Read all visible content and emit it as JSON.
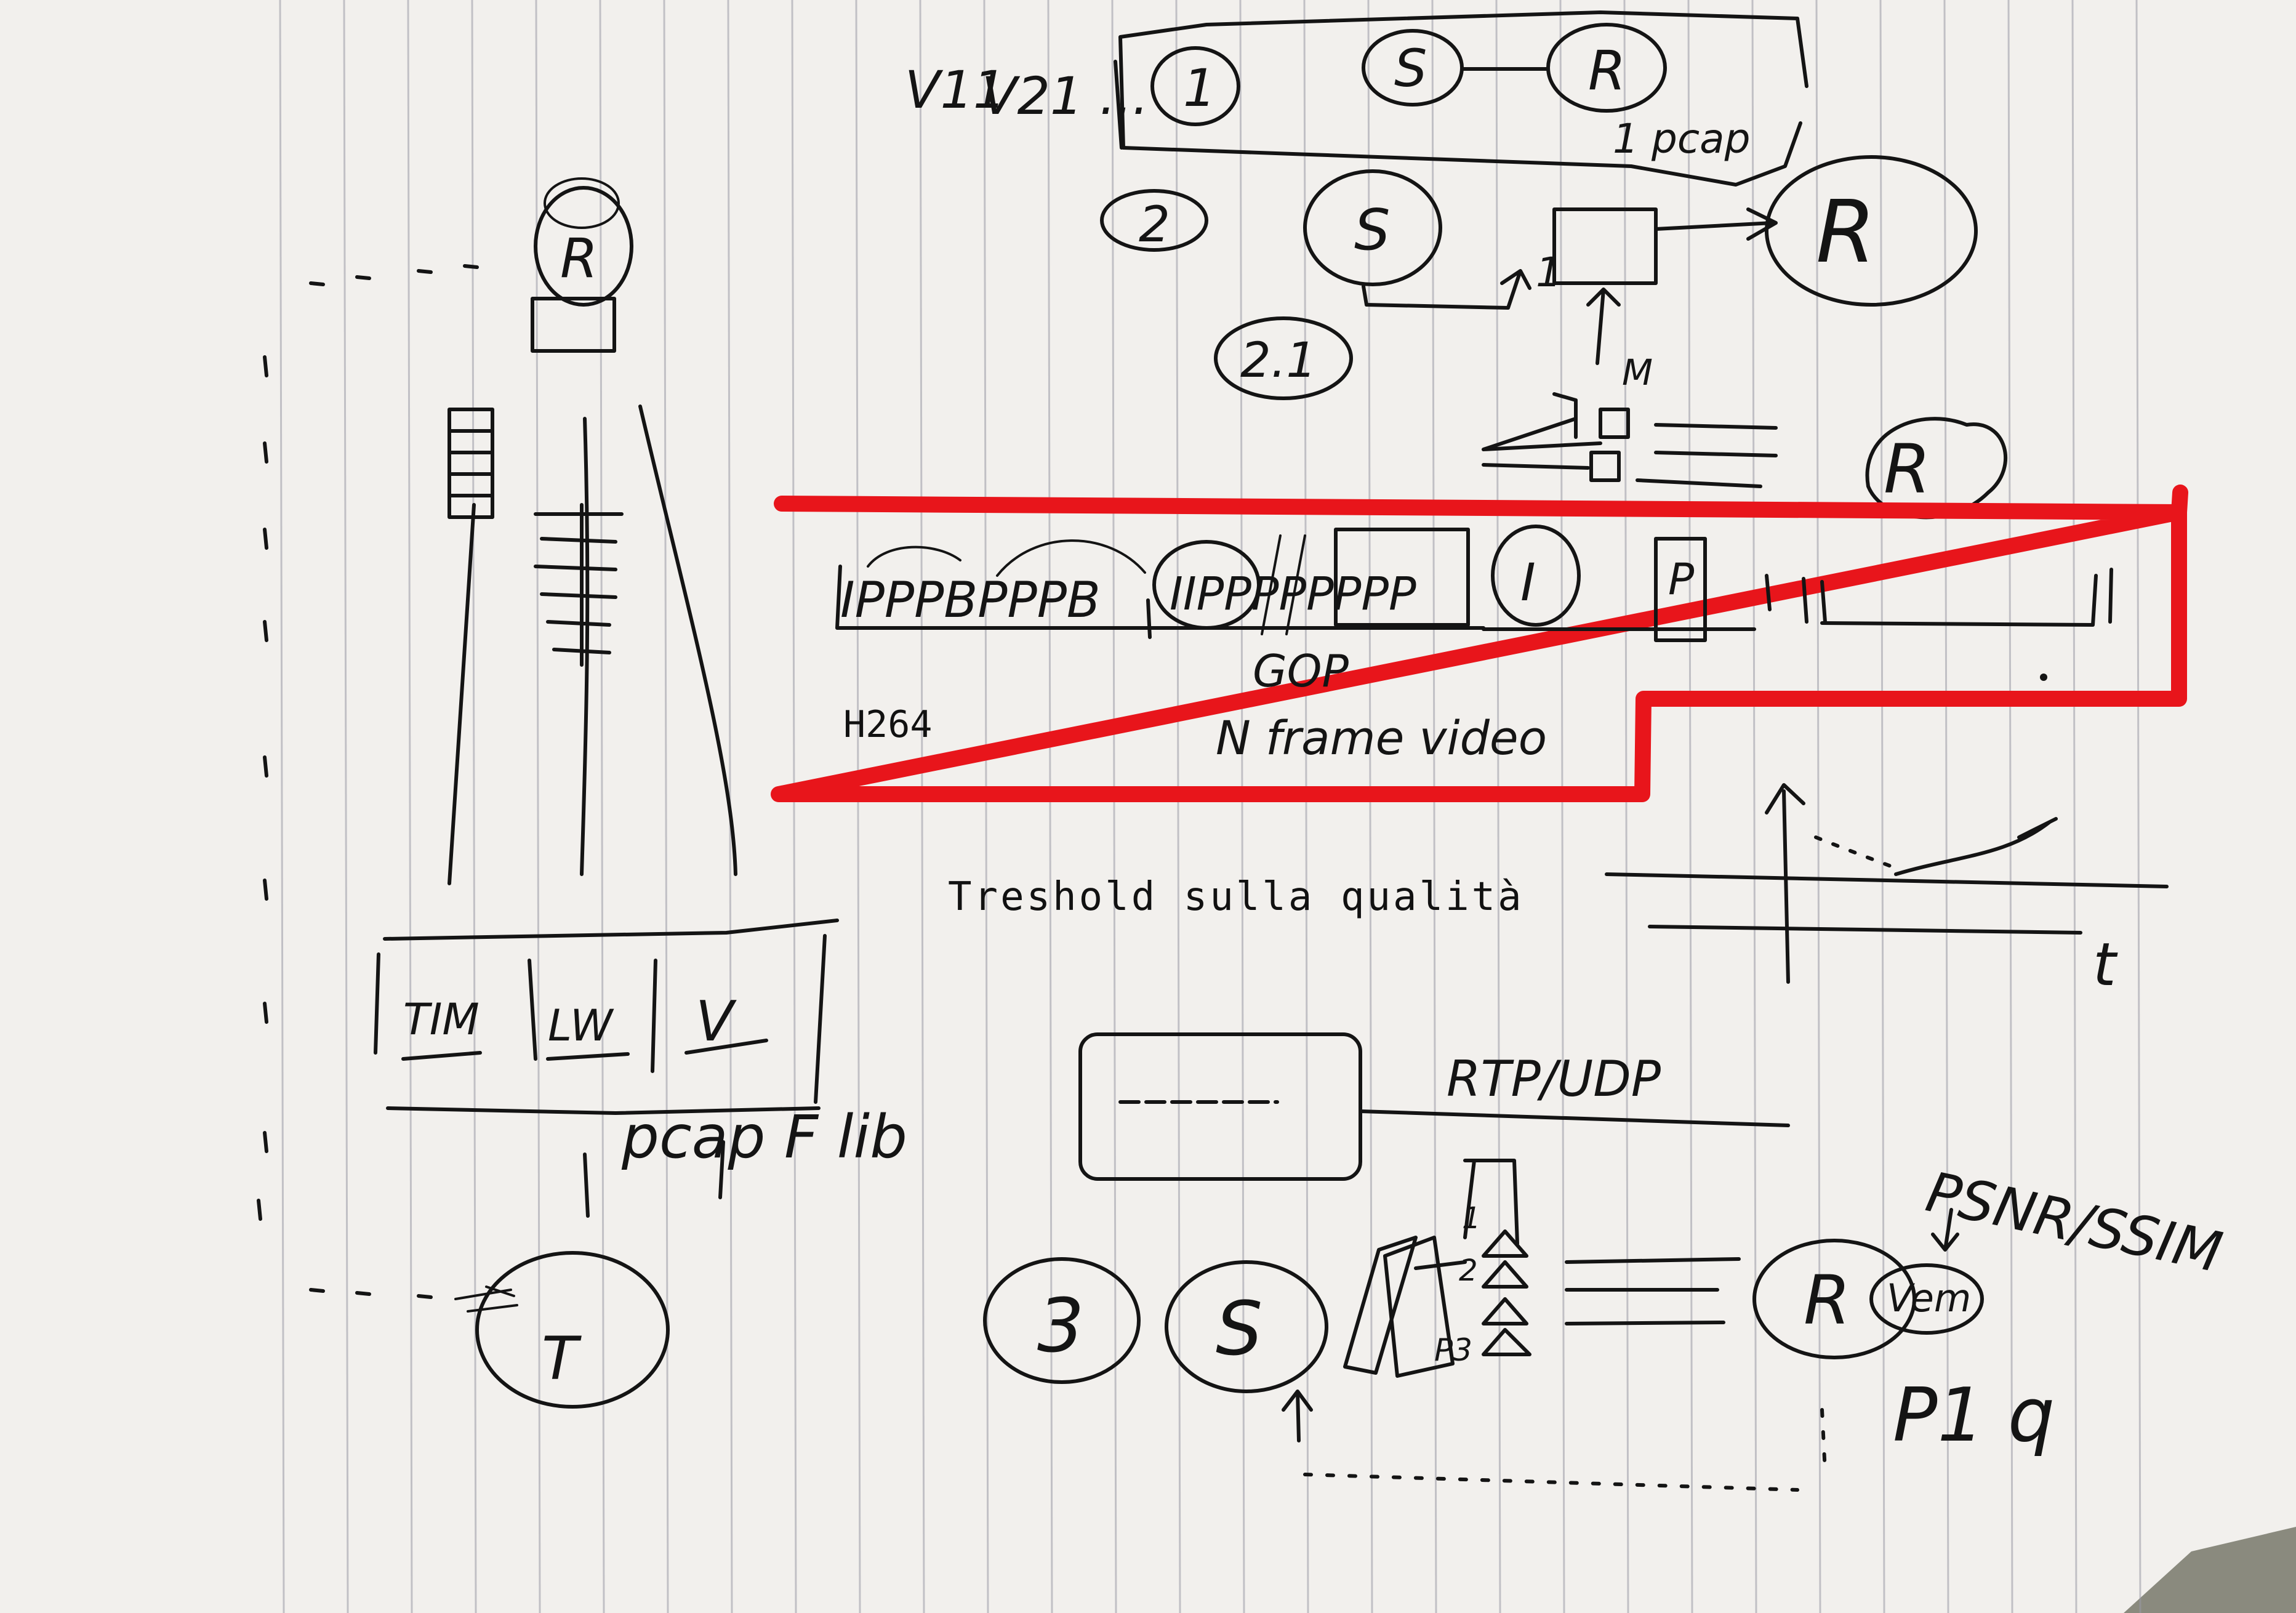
{
  "colors": {
    "paper": "#f2f0ed",
    "ruling": "#9a9aa6",
    "ink": "#141414",
    "highlight": "#e8151b"
  },
  "top_diagram": {
    "v_label_1": "V11",
    "v_label_2": "V21 ...",
    "scenario_1": "1",
    "sender_1": "S",
    "receiver_1": "R",
    "pcap_label": "1 pcap",
    "scenario_2": "2",
    "sender_2": "S",
    "receiver_2": "R",
    "arrow_label": "1",
    "scenario_2_1": "2.1",
    "m_label": "M",
    "receiver_3": "R"
  },
  "left_column": {
    "top_node": "R",
    "bottom_node": "T",
    "box_1": "TIM",
    "box_2": "LW",
    "box_3": "V",
    "lib_label": "pcap F lib"
  },
  "highlight_box": {
    "frame_seq_1": "IPPPBPPPB",
    "frame_seq_2": "IIPPPPPPPP",
    "frame_i": "I",
    "frame_p": "P",
    "gop_label": "GOP",
    "codec_label": "H264",
    "frames_label": "N frame video"
  },
  "threshold_text": "Treshold sulla qualità",
  "graph": {
    "axis_t": "t"
  },
  "bottom_diagram": {
    "box_label": "RTP/UDP",
    "scenario_3": "3",
    "sender_3": "S",
    "packet_label_1": "1",
    "packet_label_2": "2",
    "packet_label_3": "P3",
    "receiver_4": "R",
    "recv_inner": "Vem",
    "metric_label": "PSNR/SSIM",
    "p_label": "P1 q"
  }
}
